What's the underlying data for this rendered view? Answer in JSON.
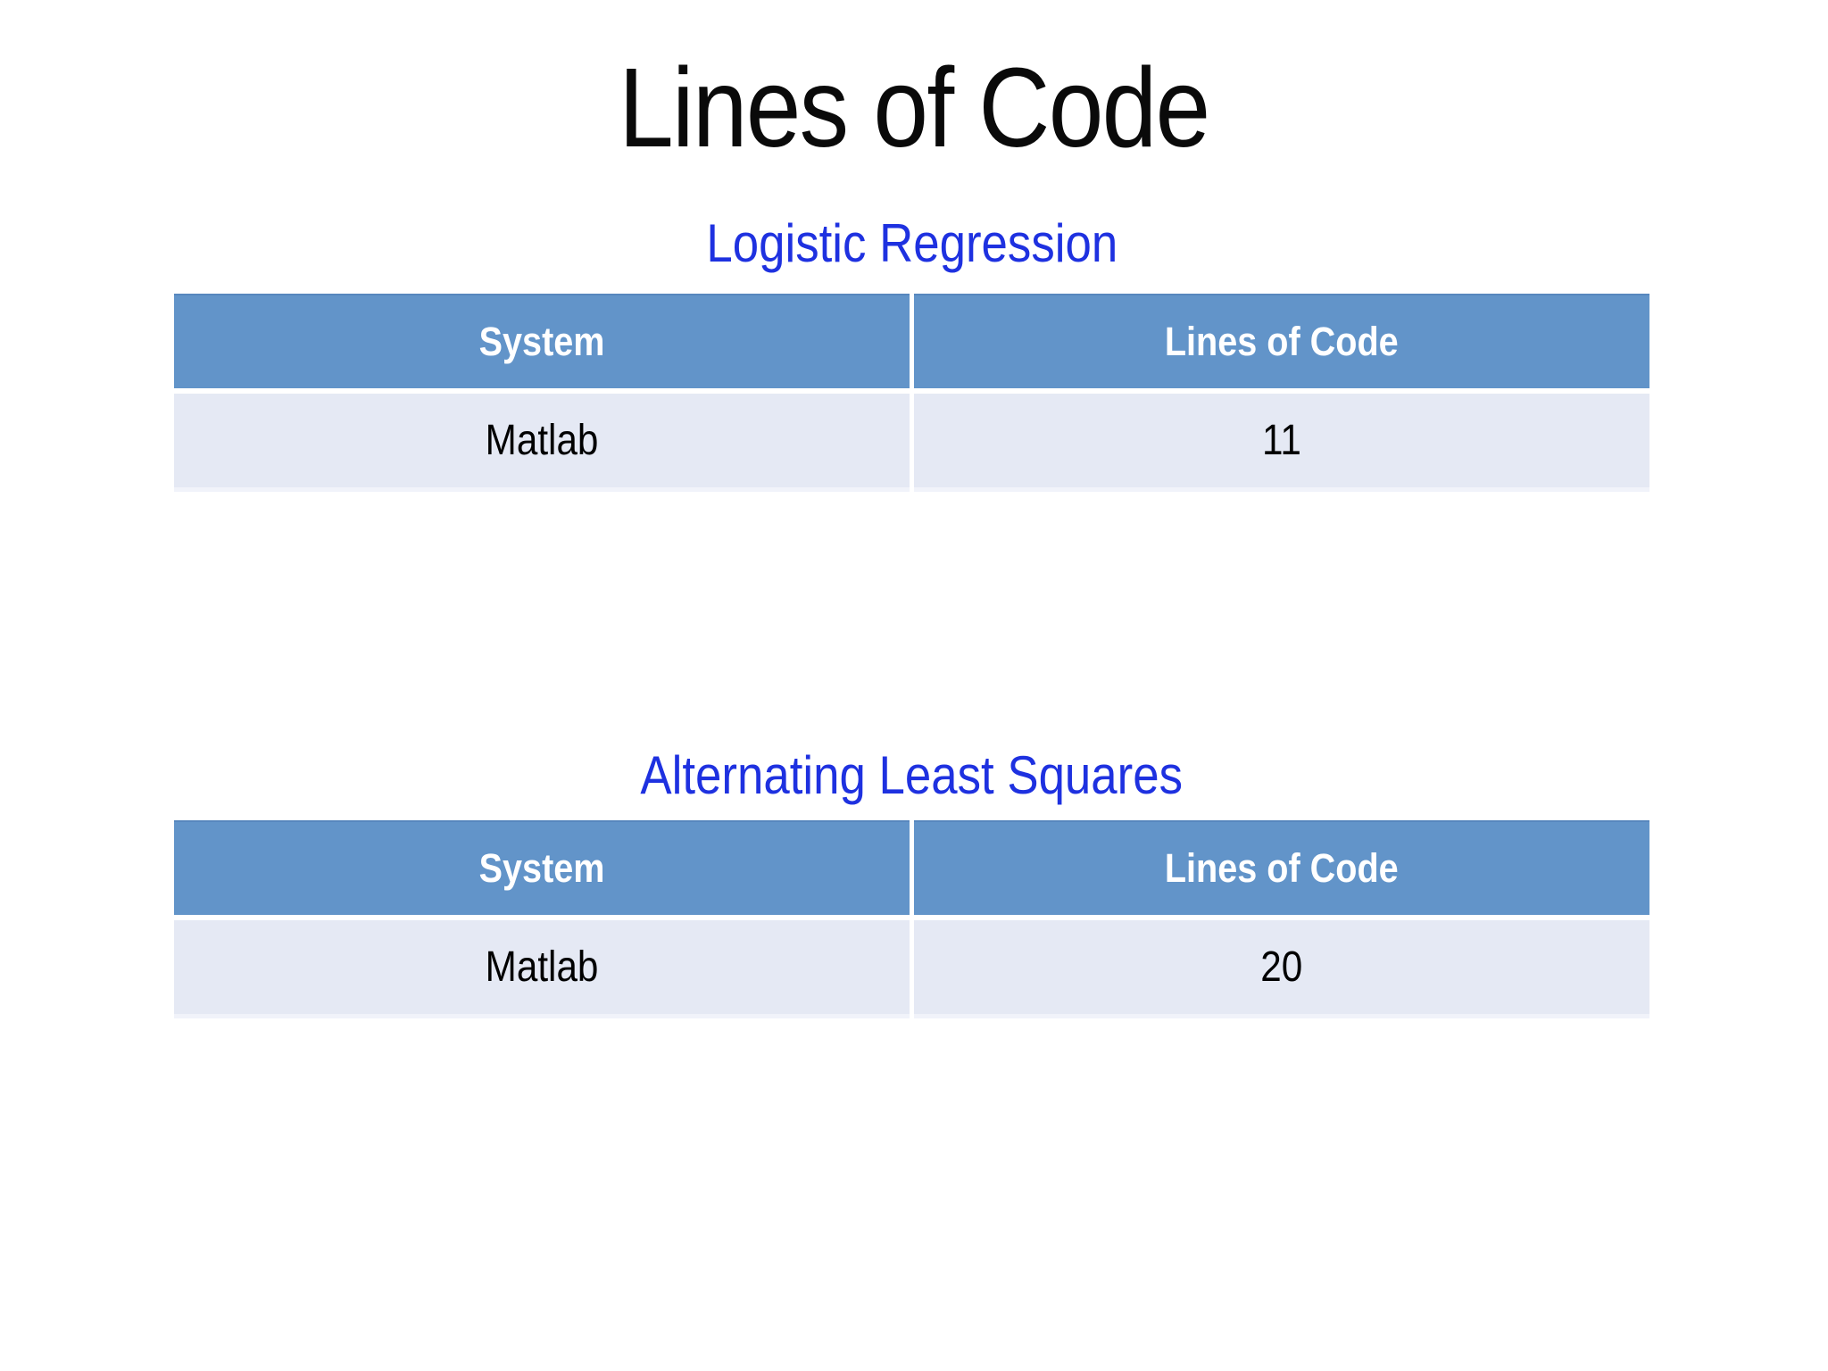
{
  "page": {
    "title": "Lines of Code"
  },
  "colors": {
    "header_bg": "#6294C9",
    "header_top_edge": "#5787BE",
    "row_bg": "#E5E9F4",
    "row_bottom": "#F1F3FA",
    "subtitle_blue": "#1E31E0",
    "title_color": "#0A0A0A",
    "header_text": "#FFFFFF",
    "body_text": "#000000"
  },
  "tables": [
    {
      "subtitle": "Logistic Regression",
      "columns": [
        "System",
        "Lines of Code"
      ],
      "rows": [
        [
          "Matlab",
          "11"
        ]
      ]
    },
    {
      "subtitle": "Alternating Least Squares",
      "columns": [
        "System",
        "Lines of Code"
      ],
      "rows": [
        [
          "Matlab",
          "20"
        ]
      ]
    }
  ]
}
